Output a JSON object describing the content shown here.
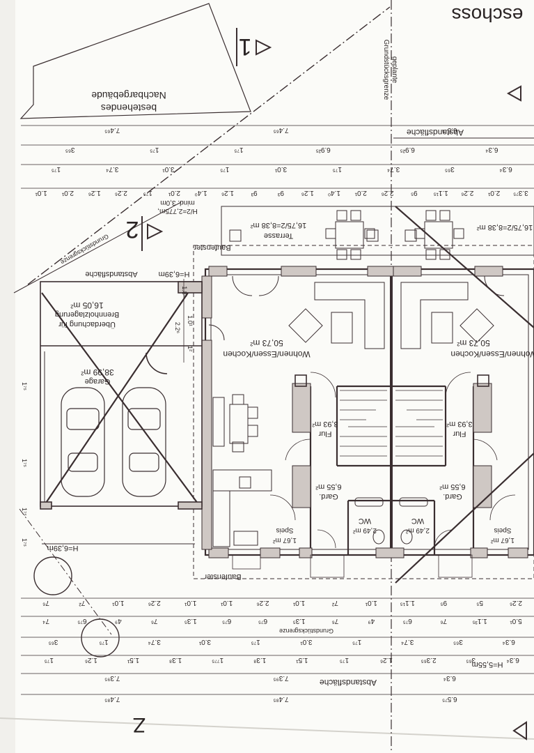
{
  "sheet": {
    "title_fragment": "eschoss"
  },
  "neighbor": {
    "line1": "bestehendes",
    "line2": "Nachbargebäude"
  },
  "boundary": {
    "planned_line1": "geplante",
    "planned_line2": "Grundstücksgrenze",
    "boundary_diag": "Grundstücksgrenze",
    "boundary_bottom": "Grundstücksgrenze"
  },
  "sections": {
    "top": "1",
    "mid": "2",
    "bottom": "Z"
  },
  "setback": {
    "top_right": "Abstandsfläche",
    "left": "Abstandsfläche",
    "left_height": "H=6,39m",
    "top_left_height": "H=6,39m",
    "bottom": "Abstandsfläche",
    "bottom_height": "H=5,55m",
    "slope_label": "H/2=2,775m,",
    "slope_min": "mind. 3,0m"
  },
  "rooms": {
    "terrace_left": {
      "name": "Terrasse",
      "area": "16,75/2=8,38 m²"
    },
    "terrace_right": {
      "area": "16,75/2=8,38 m²"
    },
    "shed": {
      "line1": "Überdachung für",
      "line2": "Brennholzlagerung",
      "area": "16,05 m²"
    },
    "garage": {
      "name": "Garage",
      "area": "38,99 m²"
    },
    "living_left": {
      "name": "Wohnen/Essen/Kochen",
      "area": "50,73 m²"
    },
    "living_right": {
      "name": "Wohnen/Essen/Kochen",
      "area": "50,73 m²"
    },
    "hall_left": {
      "name": "Flur",
      "area": "3,93 m²"
    },
    "hall_right": {
      "name": "Flur",
      "area": "3,93 m²"
    },
    "ward_left": {
      "name": "Gard.",
      "area": "6,55 m²"
    },
    "ward_right": {
      "name": "Gard.",
      "area": "6,55 m²"
    },
    "wc_left": {
      "name": "WC",
      "area": "2,49 m²"
    },
    "wc_right": {
      "name": "WC",
      "area": "2,49 m²"
    },
    "pantry_left": {
      "name": "Speis",
      "area": "1,67 m²"
    },
    "pantry_right": {
      "name": "Speis",
      "area": "1,67 m²"
    }
  },
  "building_lines": {
    "top": "Baufenster",
    "bottom": "Baufenster"
  },
  "dims_top": {
    "row1": [
      "6.5⁷⁵",
      "7.4⁶⁵",
      "7.4⁶⁵"
    ],
    "row2": [
      "6.3⁴",
      "6.9²⁵",
      "6.9²⁵",
      "1⁷⁵",
      "1⁷⁵",
      "3⁶⁵"
    ],
    "row3": [
      "6.3⁴",
      "3⁶⁵",
      "3.7⁴",
      "1⁷⁵",
      "3.0¹",
      "1⁷⁵",
      "3.0¹",
      "3.7⁴",
      "1⁷⁵"
    ],
    "row4": [
      "3.3⁷⁵",
      "2.0¹",
      "2.2⁶",
      "1.1¹⁵",
      "9⁵",
      "2.2⁶",
      "2.0¹",
      "1.4⁰",
      "1.2⁶",
      "9³",
      "9³",
      "1.2⁶",
      "1.4⁰",
      "2.0¹",
      "1⁷⁵",
      "2.2⁶",
      "1.2⁶",
      "2.0¹",
      "1.0¹"
    ]
  },
  "dims_side": {
    "d1": "1.8³",
    "d2": "2.2⁶",
    "d3": "1.0¹",
    "d4": "1²",
    "l1": "1⁷⁵",
    "l2": "1⁷⁵",
    "l3": "1⁷⁵",
    "l4": "1⁷⁵"
  },
  "dims_bottom": {
    "row1": [
      "2.2⁶",
      "5⁵",
      "9⁵",
      "1.1¹⁵",
      "1.0¹",
      "7²",
      "1.0¹",
      "2.2⁶",
      "1.0¹",
      "1.0¹",
      "2.2⁶",
      "1.0¹",
      "7²",
      "7⁶"
    ],
    "row2": [
      "5.0¹",
      "1.1³⁵",
      "7⁶",
      "6⁷⁵",
      "4⁹",
      "7⁶",
      "1.3⁵",
      "6⁷⁵",
      "6⁷⁵",
      "1.3⁵",
      "7⁶",
      "4⁹",
      "6⁷⁵",
      "7⁴"
    ],
    "row3": [
      "6.3⁴",
      "3⁶⁵",
      "3.7⁴",
      "1⁷⁵",
      "3.0¹",
      "1⁷⁵",
      "3.0¹",
      "3.7⁴",
      "1⁷⁵",
      "3⁶⁵"
    ],
    "row4": [
      "6.3⁴",
      "3⁶⁵",
      "2.3⁶⁵",
      "1.2⁶",
      "1⁷⁵",
      "1.5¹",
      "1.3⁸",
      "1⁷⁷⁵",
      "1.3⁸",
      "1.5¹",
      "1.2⁶",
      "1⁷⁵"
    ],
    "row5": [
      "6.3⁴",
      "7.3⁹⁵",
      "7.3⁹⁵"
    ],
    "row6": [
      "6.5⁷⁵",
      "7.4⁸⁵",
      "7.4⁸⁵"
    ]
  }
}
